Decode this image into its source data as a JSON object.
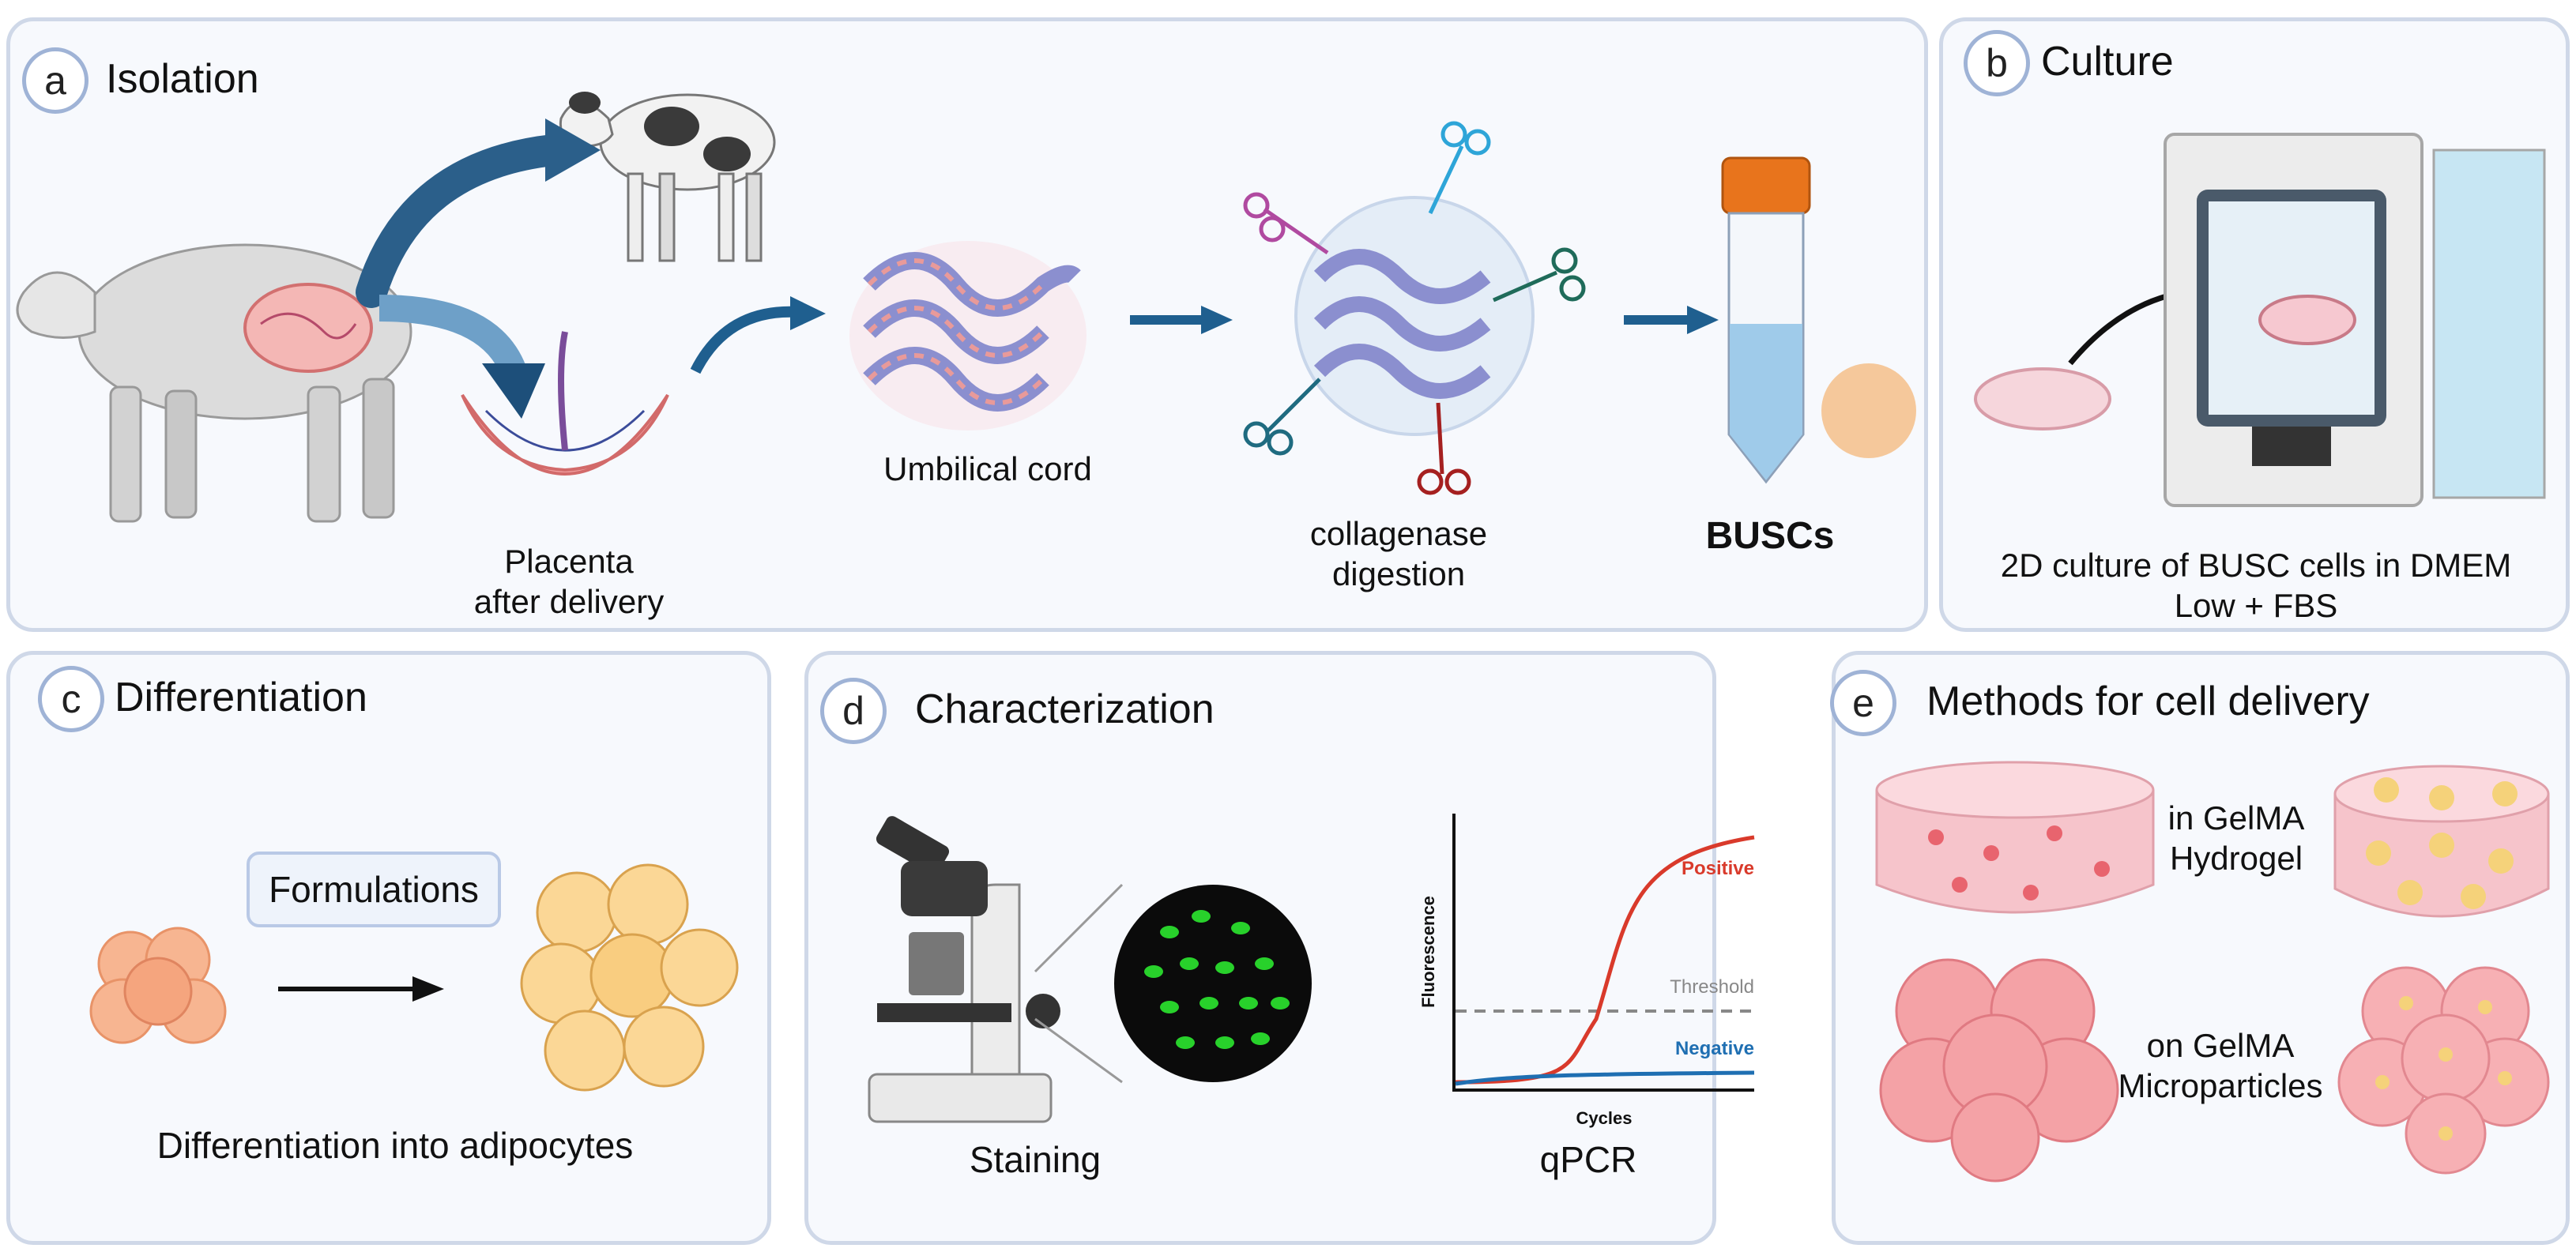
{
  "panels": {
    "a": {
      "letter": "a",
      "title": "Isolation",
      "labels": {
        "placenta": "Placenta",
        "after_delivery": "after delivery",
        "umbilical_cord": "Umbilical cord",
        "collagenase": "collagenase",
        "digestion": "digestion",
        "buscs": "BUSCs"
      }
    },
    "b": {
      "letter": "b",
      "title": "Culture",
      "caption_line1": "2D culture of BUSC cells in DMEM",
      "caption_line2": "Low + FBS"
    },
    "c": {
      "letter": "c",
      "title": "Differentiation",
      "formulations": "Formulations",
      "caption": "Differentiation into adipocytes"
    },
    "d": {
      "letter": "d",
      "title": "Characterization",
      "staining": "Staining",
      "qpcr": "qPCR",
      "chart": {
        "ylabel": "Fluorescence",
        "xlabel": "Cycles",
        "positive": "Positive",
        "negative": "Negative",
        "threshold": "Threshold"
      }
    },
    "e": {
      "letter": "e",
      "title": "Methods for cell delivery",
      "hydrogel_line1": "in GelMA",
      "hydrogel_line2": "Hydrogel",
      "micro_line1": "on GelMA",
      "micro_line2": "Microparticles"
    }
  },
  "colors": {
    "panel_border": "#cfd8e8",
    "arrow_blue": "#1f5f8f",
    "positive_curve": "#d93a2b",
    "negative_curve": "#1f6fb2",
    "threshold_line": "#888888"
  }
}
